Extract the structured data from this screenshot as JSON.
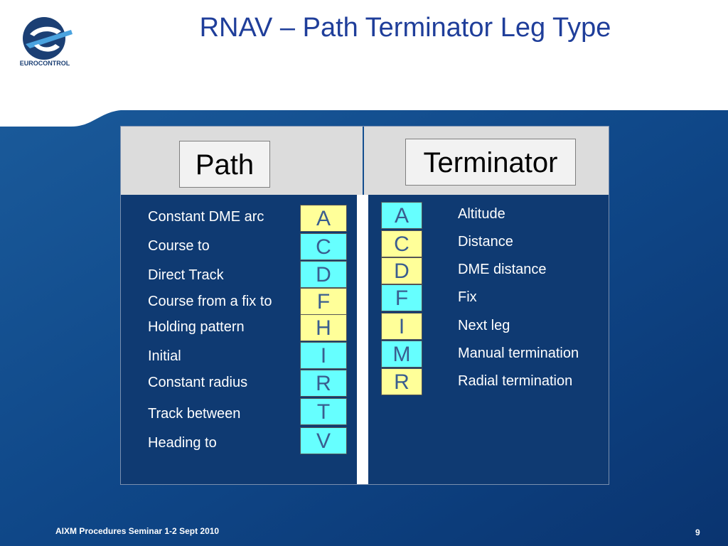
{
  "logo": {
    "text": "EUROCONTROL"
  },
  "slide": {
    "title": "RNAV – Path Terminator Leg Type"
  },
  "header": {
    "path_label": "Path",
    "terminator_label": "Terminator"
  },
  "path_legs": [
    {
      "label": "Constant DME arc",
      "code": "A"
    },
    {
      "label": "Course to",
      "code": "C"
    },
    {
      "label": "Direct Track",
      "code": "D"
    },
    {
      "label": "Course from a fix to",
      "code": "F"
    },
    {
      "label": "Holding pattern",
      "code": "H"
    },
    {
      "label": "Initial",
      "code": "I"
    },
    {
      "label": "Constant radius",
      "code": "R"
    },
    {
      "label": "Track between",
      "code": "T"
    },
    {
      "label": "Heading to",
      "code": "V"
    }
  ],
  "terminators": [
    {
      "label": "Altitude",
      "code": "A"
    },
    {
      "label": "Distance",
      "code": "C"
    },
    {
      "label": "DME distance",
      "code": "D"
    },
    {
      "label": "Fix",
      "code": "F"
    },
    {
      "label": "Next leg",
      "code": "I"
    },
    {
      "label": "Manual termination",
      "code": "M"
    },
    {
      "label": "Radial termination",
      "code": "R"
    }
  ],
  "colors": {
    "yellow": "#ffff99",
    "cyan": "#66ffff",
    "navy": "#0f3a72",
    "title": "#1f3e9a"
  },
  "footer": {
    "text": "AIXM Procedures Seminar 1-2 Sept 2010",
    "page": "9"
  }
}
